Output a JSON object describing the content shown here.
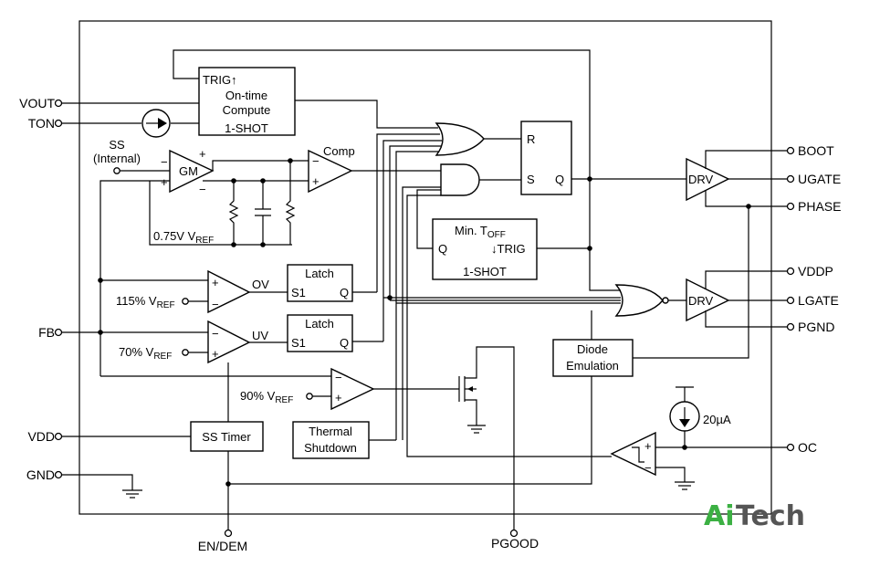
{
  "pins": {
    "vout": "VOUT",
    "ton": "TON",
    "fb": "FB",
    "vdd": "VDD",
    "gnd": "GND",
    "boot": "BOOT",
    "ugate": "UGATE",
    "phase": "PHASE",
    "vddp": "VDDP",
    "lgate": "LGATE",
    "pgnd": "PGND",
    "oc": "OC",
    "en_dem": "EN/DEM",
    "pgood": "PGOOD"
  },
  "blocks": {
    "one_shot_trig": "TRIG↑",
    "one_shot_line1": "On-time",
    "one_shot_line2": "Compute",
    "one_shot_line3": "1-SHOT",
    "ss_line1": "SS",
    "ss_line2": "(Internal)",
    "gm": "GM",
    "comp": "Comp",
    "vref_075": "0.75V V",
    "ref_sub": "REF",
    "ff_r": "R",
    "ff_s": "S",
    "ff_q": "Q",
    "min_toff": "Min. T",
    "off_sub": "OFF",
    "toff_q": "Q",
    "toff_trig": "↓TRIG",
    "toff_1shot": "1-SHOT",
    "ov": "OV",
    "uv": "UV",
    "latch1": "Latch",
    "latch2": "Latch",
    "latch_s1": "S1",
    "latch_q": "Q",
    "ov_ref": "115% V",
    "uv_ref": "70% V",
    "pg_ref": "90% V",
    "drv1": "DRV",
    "drv2": "DRV",
    "diode1": "Diode",
    "diode2": "Emulation",
    "ss_timer": "SS Timer",
    "thermal1": "Thermal",
    "thermal2": "Shutdown",
    "current": "20µA",
    "plus": "+",
    "minus": "−"
  },
  "logo": {
    "ai": "Ai",
    "tech": "Tech",
    "ai_color": "#3cb043",
    "tech_color": "#555555"
  }
}
